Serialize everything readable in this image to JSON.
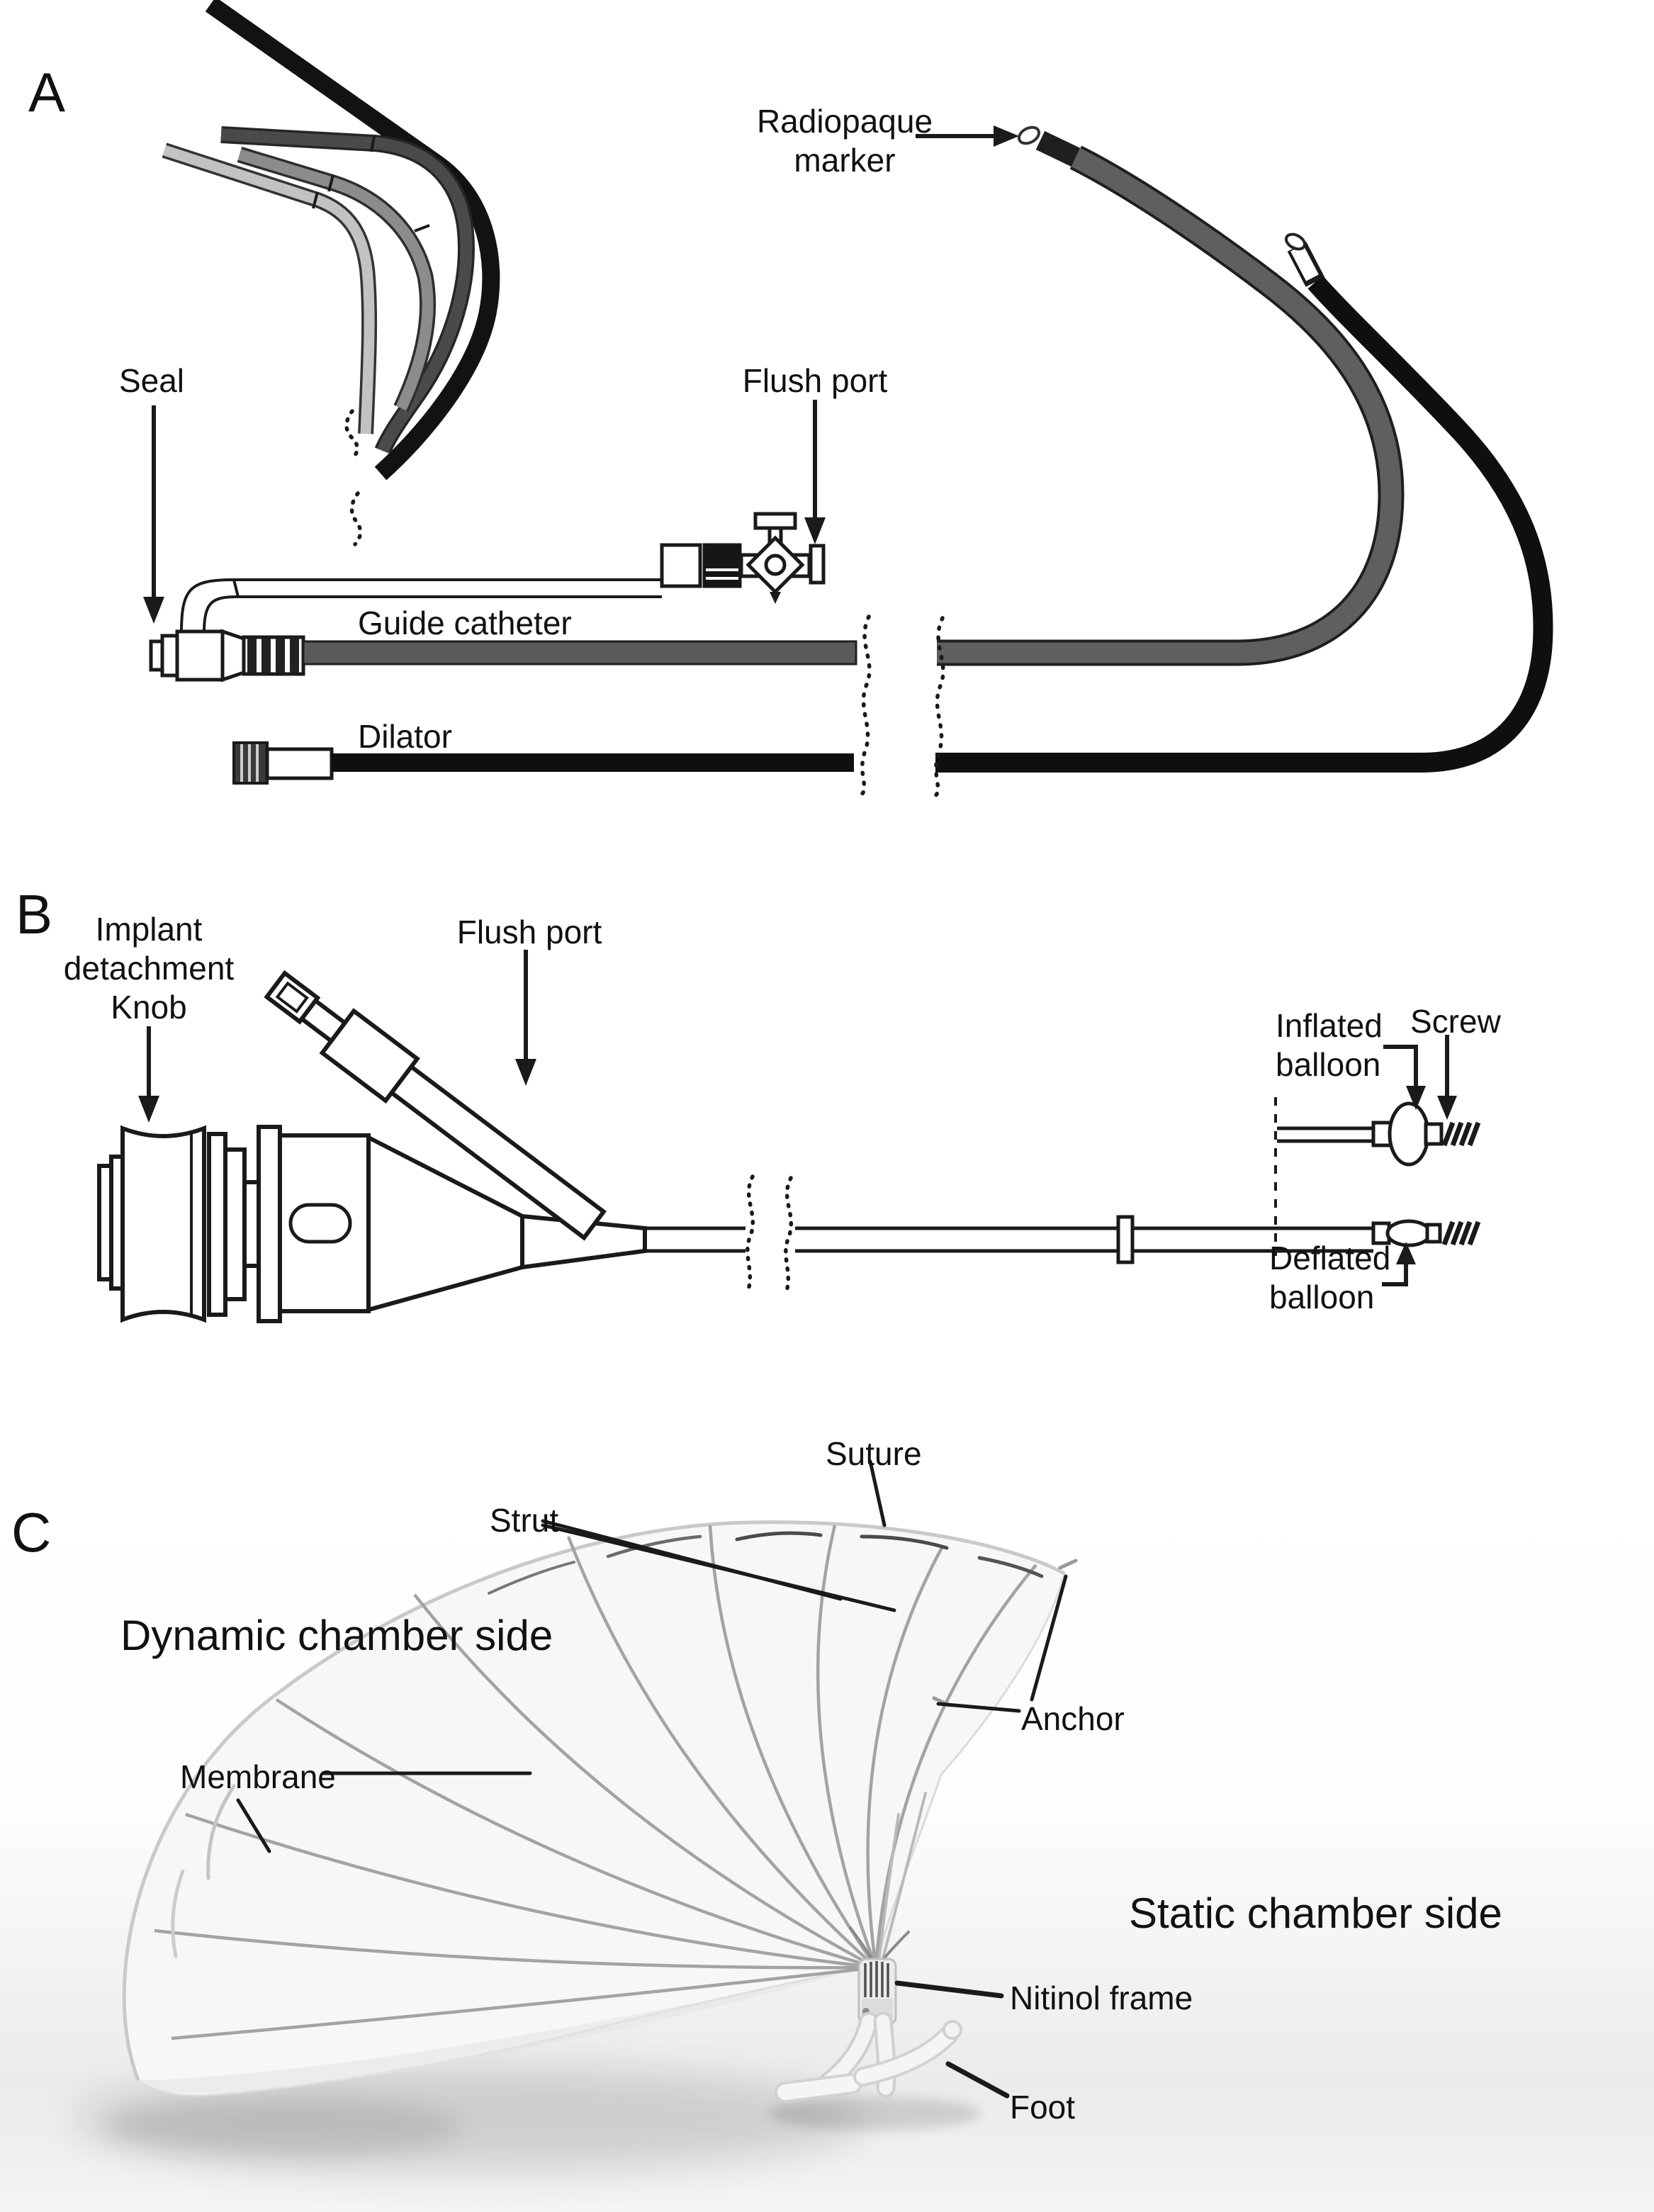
{
  "figure": {
    "type": "medical-device-diagram",
    "description": "Three-panel figure: A guide catheter and dilator, B implant delivery catheter, C parachute-type ventricular partitioning implant"
  },
  "panels": {
    "a": {
      "letter": "A",
      "labels": {
        "seal": "Seal",
        "flush_port": "Flush port",
        "radiopaque_line1": "Radiopaque",
        "radiopaque_line2": "marker",
        "guide_catheter": "Guide catheter",
        "dilator": "Dilator"
      }
    },
    "b": {
      "letter": "B",
      "labels": {
        "knob_line1": "Implant",
        "knob_line2": "detachment",
        "knob_line3": "Knob",
        "flush_port": "Flush port",
        "inflated_line1": "Inflated",
        "inflated_line2": "balloon",
        "screw": "Screw",
        "deflated_line1": "Deflated",
        "deflated_line2": "balloon"
      }
    },
    "c": {
      "letter": "C",
      "labels": {
        "suture": "Suture",
        "strut": "Strut",
        "dynamic_side": "Dynamic chamber side",
        "membrane": "Membrane",
        "anchor": "Anchor",
        "static_side": "Static chamber side",
        "nitinol_frame": "Nitinol frame",
        "foot": "Foot"
      }
    }
  },
  "colors": {
    "label_text": "#111111",
    "catheter_black": "#121212",
    "catheter_dark_gray": "#4a4a4a",
    "catheter_mid_gray": "#8c8c8c",
    "catheter_light_gray": "#c2c2c2",
    "guide_shaft_gray": "#5a5a5a",
    "outline_black": "#1a1a1a",
    "membrane_white": "#f7f7f7",
    "strut_gray": "#a3a3a3",
    "photo_floor_gray": "#ececec"
  }
}
